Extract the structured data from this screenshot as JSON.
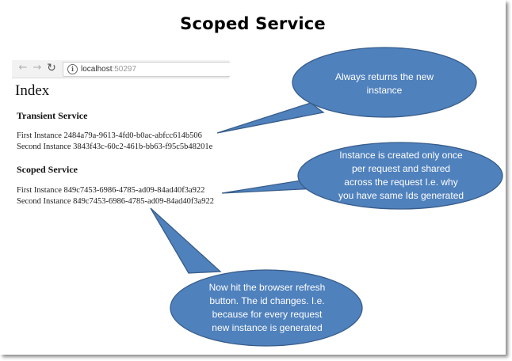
{
  "slide": {
    "title": "Scoped Service"
  },
  "browser": {
    "url_host": "localhost",
    "url_port": ":50297",
    "icons": {
      "back": "back-arrow-icon",
      "forward": "forward-arrow-icon",
      "reload": "reload-icon",
      "info": "info-icon"
    }
  },
  "page": {
    "heading": "Index",
    "transient": {
      "heading": "Transient Service",
      "first": "First Instance 2484a79a-9613-4fd0-b0ac-abfcc614b506",
      "second": "Second Instance 3843f43c-60c2-461b-bb63-f95c5b48201e"
    },
    "scoped": {
      "heading": "Scoped Service",
      "first": "First Instance 849c7453-6986-4785-ad09-84ad40f3a922",
      "second": "Second Instance 849c7453-6986-4785-ad09-84ad40f3a922"
    }
  },
  "callouts": {
    "transient_note": [
      "Always returns the new",
      "instance"
    ],
    "scoped_note": [
      "Instance is created only  once",
      "per request and shared",
      "across the request I.e. why",
      "you have same Ids generated"
    ],
    "refresh_note": [
      "Now hit the browser  refresh",
      "button. The id changes. I.e.",
      "because for every request",
      "new instance is generated"
    ]
  },
  "colors": {
    "callout_fill": "#4f81bd",
    "callout_stroke": "#385d8a"
  }
}
